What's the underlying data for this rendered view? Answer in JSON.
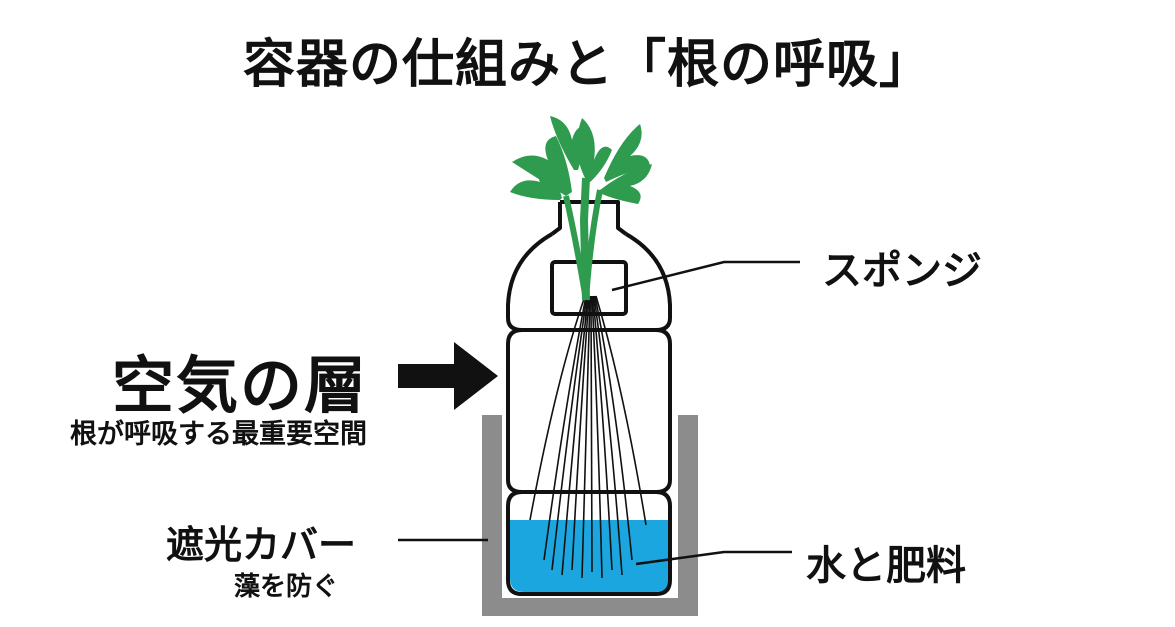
{
  "title": "容器の仕組みと「根の呼吸」",
  "labels": {
    "sponge": "スポンジ",
    "air_layer": "空気の層",
    "air_layer_sub": "根が呼吸する最重要空間",
    "light_cover": "遮光カバー",
    "light_cover_sub": "藻を防ぐ",
    "water_fertilizer": "水と肥料"
  },
  "colors": {
    "water": "#1ba6e0",
    "cover": "#8c8c8c",
    "leaf": "#2e9b4f",
    "outline": "#111111"
  }
}
